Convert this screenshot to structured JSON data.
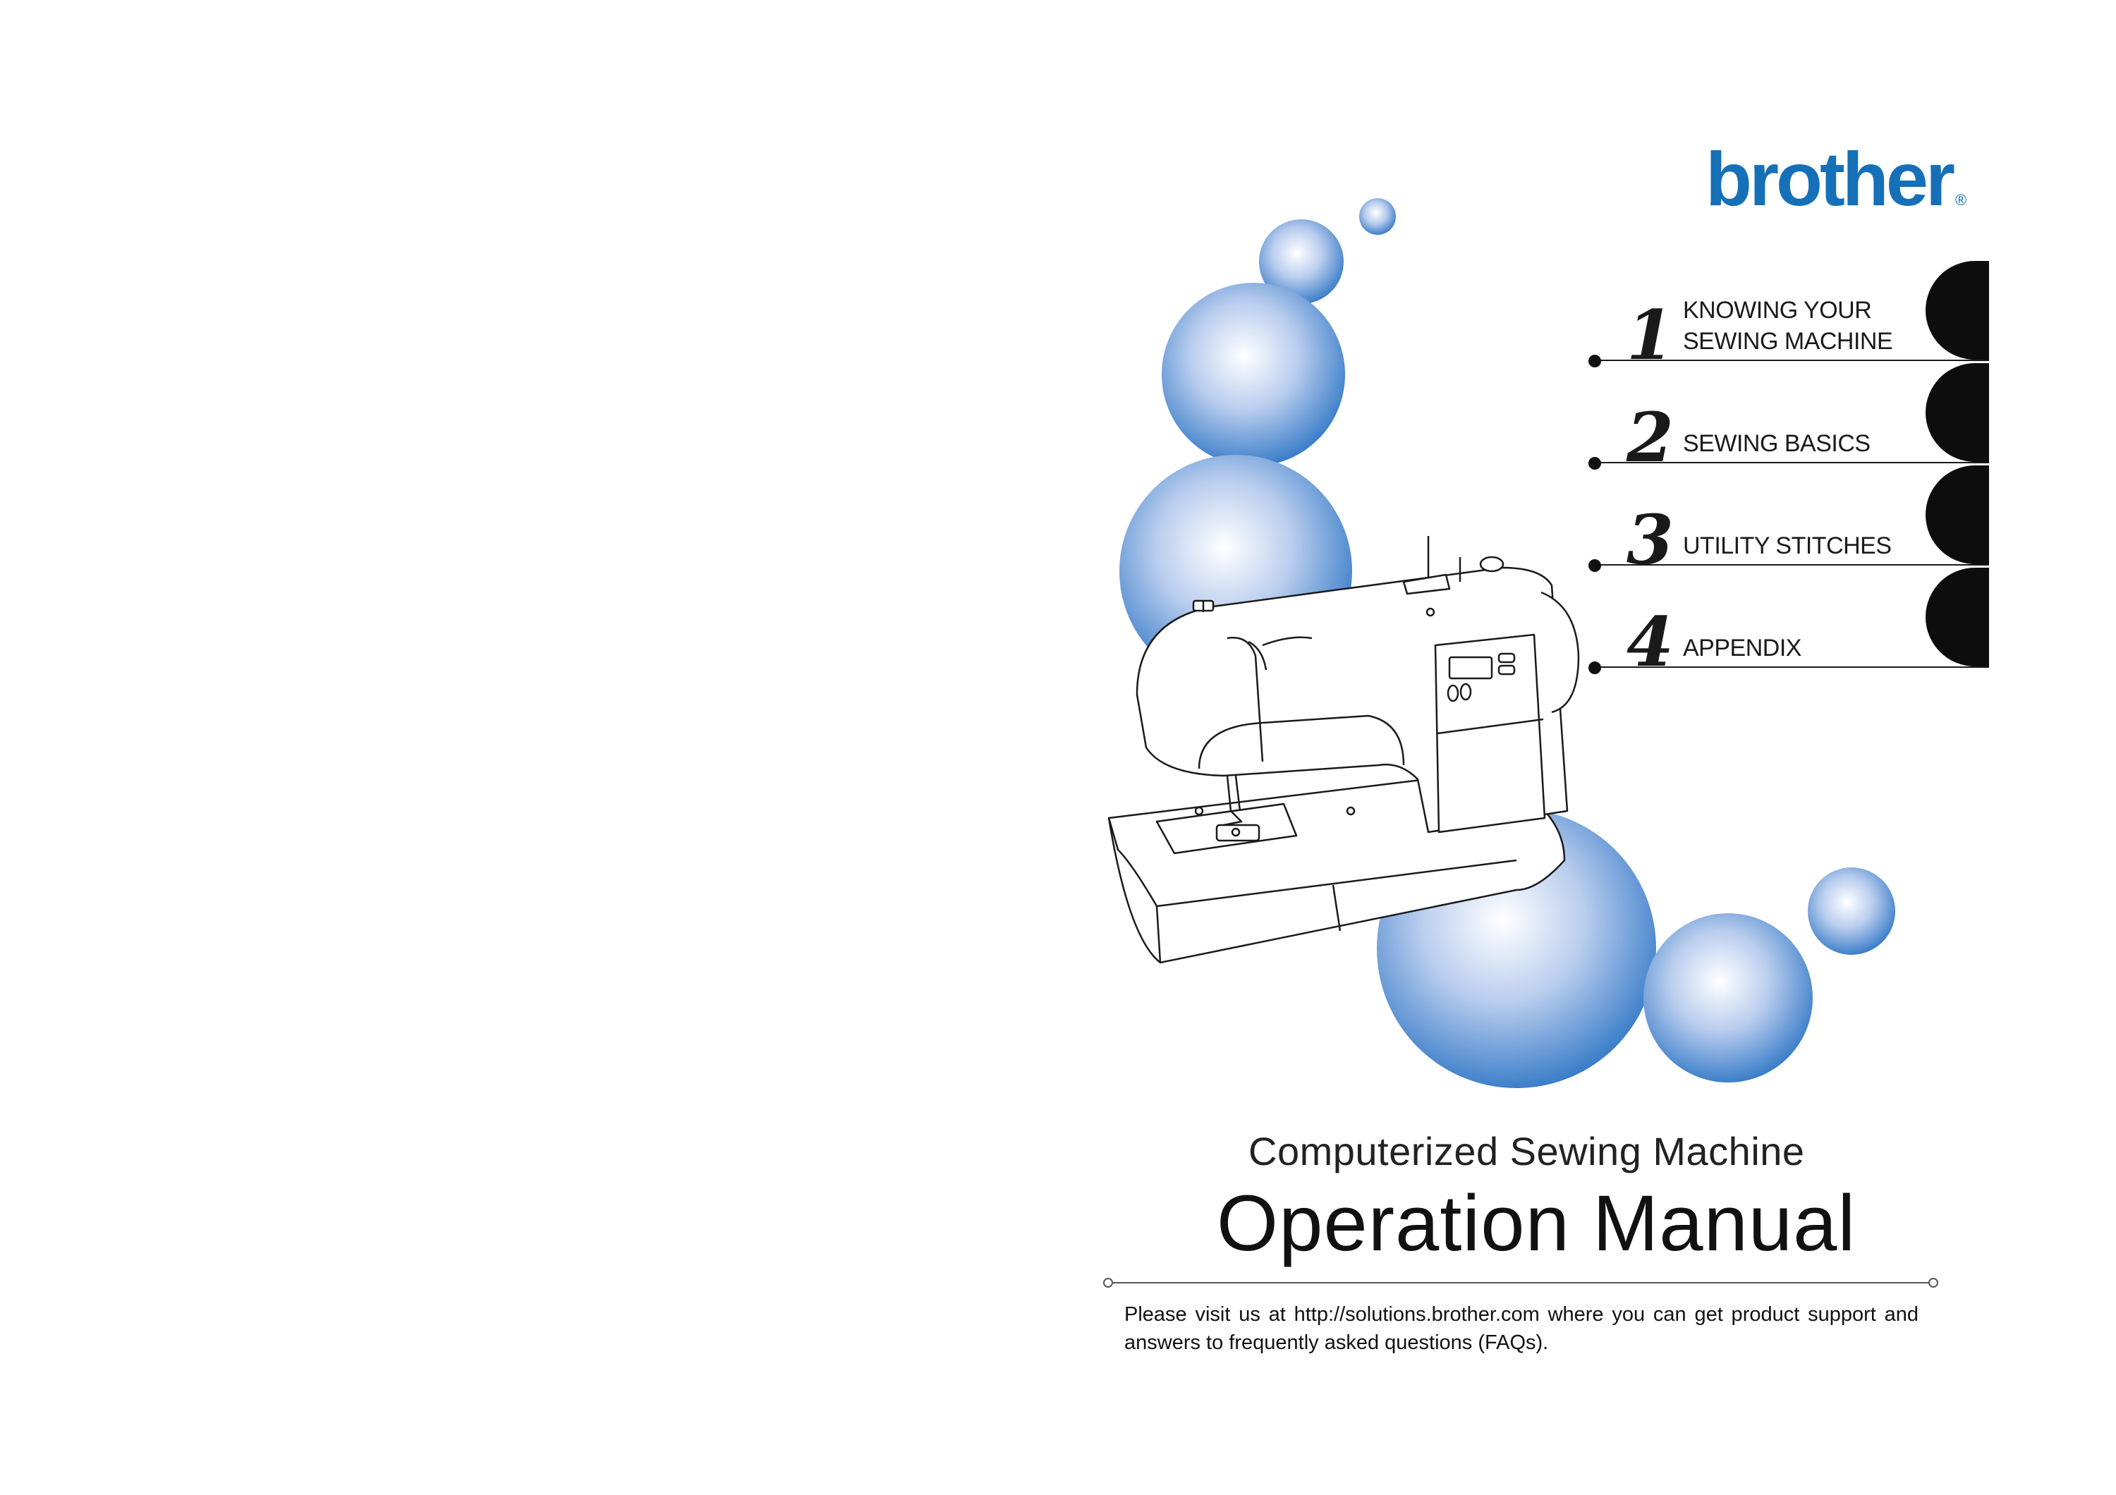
{
  "brand": {
    "name": "brother",
    "mark": "®"
  },
  "chapters": [
    {
      "number": "1",
      "lines": [
        "KNOWING YOUR",
        "SEWING MACHINE"
      ]
    },
    {
      "number": "2",
      "lines": [
        "SEWING BASICS"
      ]
    },
    {
      "number": "3",
      "lines": [
        "UTILITY STITCHES"
      ]
    },
    {
      "number": "4",
      "lines": [
        "APPENDIX"
      ]
    }
  ],
  "cover": {
    "subtitle": "Computerized Sewing Machine",
    "title": "Operation Manual",
    "note": "Please visit us at http://solutions.brother.com where you can get product support and answers to frequently asked questions (FAQs)."
  },
  "colors": {
    "brand_blue": "#1570b8",
    "bubble_dark": "#2a73c4",
    "tab": "#0d0d0d"
  },
  "illustration": {
    "icon": "sewing-machine-icon"
  }
}
